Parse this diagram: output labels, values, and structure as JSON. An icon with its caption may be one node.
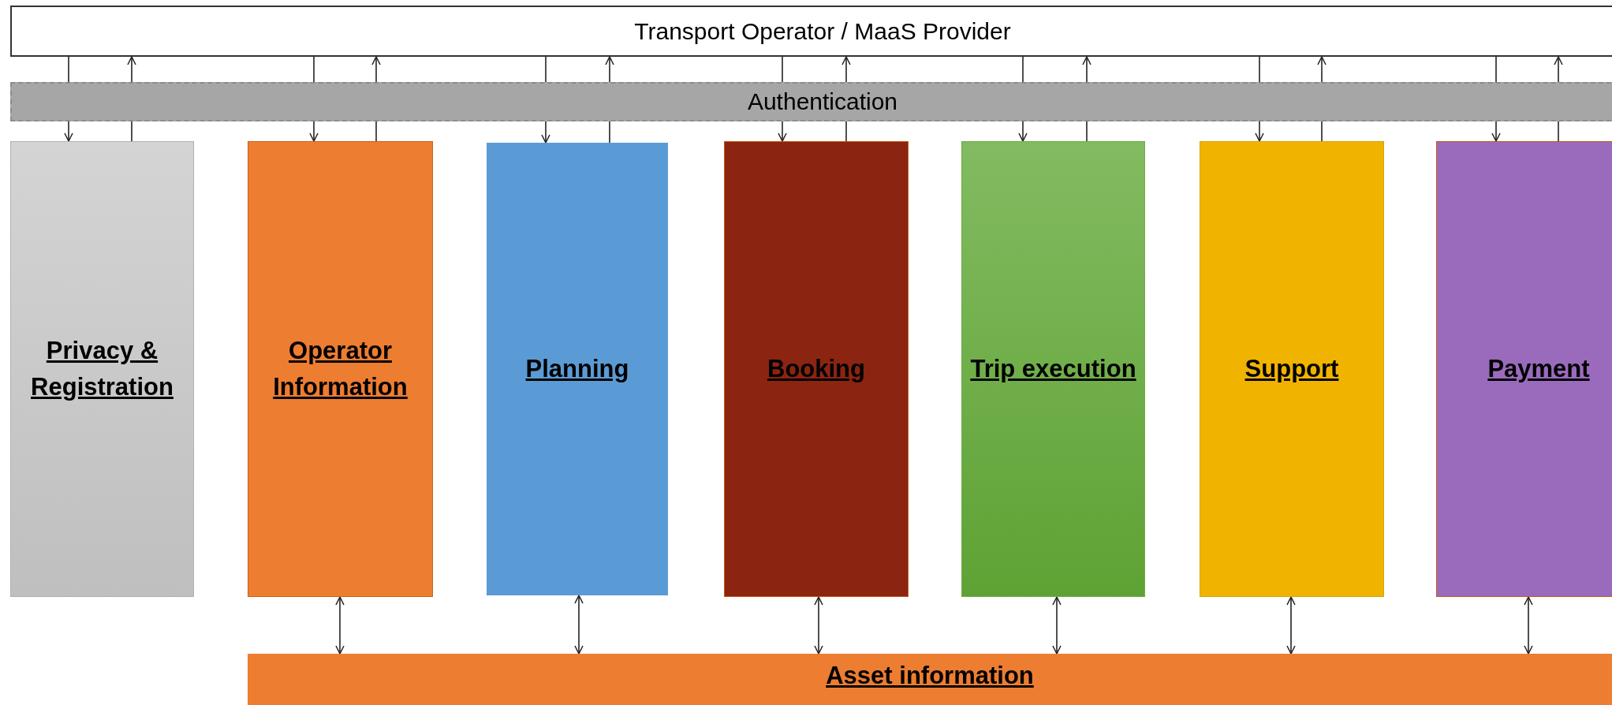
{
  "diagram": {
    "nodes": [
      {
        "text": [
          "Transport Operator / MaaS Provider"
        ]
      },
      {
        "text": [
          "Authentication"
        ]
      },
      {
        "text": [
          "Privacy & Registration"
        ]
      },
      {
        "text": [
          "Operator Information"
        ]
      },
      {
        "text": [
          "Planning"
        ]
      },
      {
        "text": [
          "Booking"
        ]
      },
      {
        "text": [
          "Trip execution"
        ]
      },
      {
        "text": [
          "Support"
        ]
      },
      {
        "text": [
          "Payment"
        ]
      },
      {
        "text": [
          "Asset information"
        ]
      }
    ],
    "edges": [
      {
        "from": 0,
        "to": 1,
        "arrow": "none"
      },
      {
        "from": 1,
        "to": 2,
        "arrow": "to"
      },
      {
        "from": 2,
        "to": 1,
        "arrow": "none"
      },
      {
        "from": 1,
        "to": 0,
        "arrow": "to"
      },
      {
        "from": 0,
        "to": 1,
        "arrow": "none"
      },
      {
        "from": 1,
        "to": 3,
        "arrow": "to"
      },
      {
        "from": 3,
        "to": 1,
        "arrow": "none"
      },
      {
        "from": 1,
        "to": 0,
        "arrow": "to"
      },
      {
        "from": 0,
        "to": 1,
        "arrow": "none"
      },
      {
        "from": 1,
        "to": 4,
        "arrow": "to"
      },
      {
        "from": 4,
        "to": 1,
        "arrow": "none"
      },
      {
        "from": 1,
        "to": 0,
        "arrow": "to"
      },
      {
        "from": 0,
        "to": 1,
        "arrow": "none"
      },
      {
        "from": 1,
        "to": 5,
        "arrow": "to"
      },
      {
        "from": 5,
        "to": 1,
        "arrow": "none"
      },
      {
        "from": 1,
        "to": 0,
        "arrow": "to"
      },
      {
        "from": 0,
        "to": 1,
        "arrow": "none"
      },
      {
        "from": 1,
        "to": 6,
        "arrow": "to"
      },
      {
        "from": 6,
        "to": 1,
        "arrow": "none"
      },
      {
        "from": 1,
        "to": 0,
        "arrow": "to"
      },
      {
        "from": 0,
        "to": 1,
        "arrow": "none"
      },
      {
        "from": 1,
        "to": 7,
        "arrow": "to"
      },
      {
        "from": 7,
        "to": 1,
        "arrow": "none"
      },
      {
        "from": 1,
        "to": 0,
        "arrow": "to"
      },
      {
        "from": 0,
        "to": 1,
        "arrow": "none"
      },
      {
        "from": 1,
        "to": 8,
        "arrow": "to"
      },
      {
        "from": 8,
        "to": 1,
        "arrow": "none"
      },
      {
        "from": 1,
        "to": 0,
        "arrow": "to"
      },
      {
        "from": 3,
        "to": 9,
        "arrow": "both"
      },
      {
        "from": 4,
        "to": 9,
        "arrow": "both"
      },
      {
        "from": 5,
        "to": 9,
        "arrow": "both"
      },
      {
        "from": 6,
        "to": 9,
        "arrow": "both"
      },
      {
        "from": 7,
        "to": 9,
        "arrow": "both"
      },
      {
        "from": 8,
        "to": 9,
        "arrow": "both"
      }
    ]
  }
}
